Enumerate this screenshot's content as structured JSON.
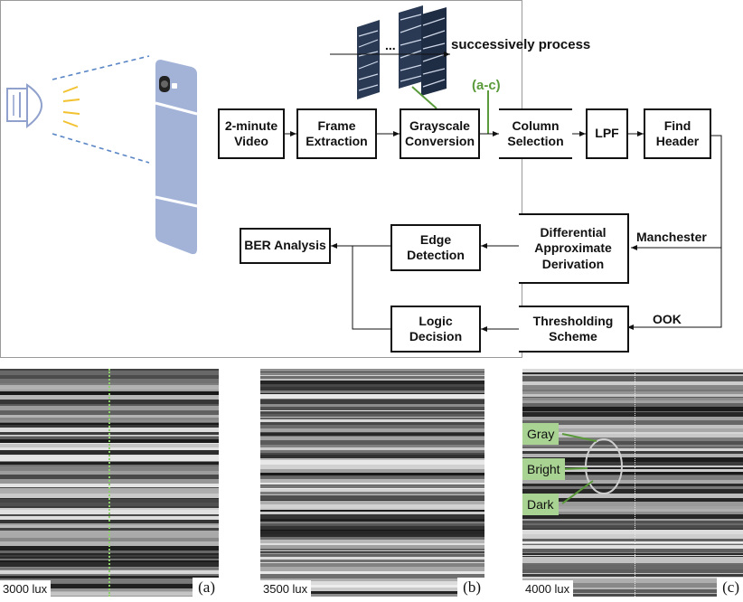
{
  "diagram": {
    "blocks": {
      "video": "2-minute Video",
      "frame": "Frame Extraction",
      "gray": "Grayscale Conversion",
      "column": "Column Selection",
      "lpf": "LPF",
      "header": "Find Header",
      "diff": "Differential Approximate Derivation",
      "edge": "Edge Detection",
      "ber": "BER Analysis",
      "thresh": "Thresholding Scheme",
      "logic": "Logic Decision"
    },
    "labels": {
      "successively": "successively process",
      "ellipsis": "...",
      "ac": "(a-c)",
      "manchester": "Manchester",
      "ook": "OOK"
    }
  },
  "panels": [
    {
      "lux": "3000 lux",
      "tag": "(a)"
    },
    {
      "lux": "3500 lux",
      "tag": "(b)"
    },
    {
      "lux": "4000 lux",
      "tag": "(c)"
    }
  ],
  "callouts": {
    "gray": "Gray",
    "bright": "Bright",
    "dark": "Dark"
  },
  "colors": {
    "accent_green": "#5a9a3a",
    "callout_bg": "#a9d392",
    "phone_blue": "#a3b3d8",
    "light_yellow": "#f2c230"
  }
}
